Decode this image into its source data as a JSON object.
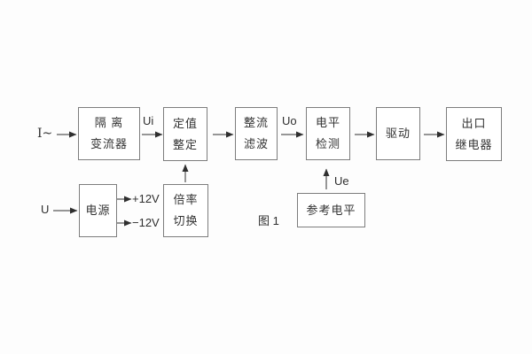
{
  "figure": {
    "caption": "图 1"
  },
  "colors": {
    "background": "#fdfdfd",
    "box_border": "#7d7d7d",
    "line": "#2f2f2f",
    "text": "#333333"
  },
  "blocks": {
    "isolation": {
      "lines": [
        "隔 离",
        "变流器"
      ]
    },
    "setting": {
      "lines": [
        "定值",
        "整定"
      ]
    },
    "rectify": {
      "lines": [
        "整流",
        "滤波"
      ]
    },
    "level": {
      "lines": [
        "电平",
        "检测"
      ]
    },
    "drive": {
      "lines": [
        "驱动"
      ]
    },
    "output": {
      "lines": [
        "出口",
        "继电器"
      ]
    },
    "power": {
      "lines": [
        "电源"
      ]
    },
    "ratio": {
      "lines": [
        "倍率",
        "切换"
      ]
    },
    "reference": {
      "lines": [
        "参考电平"
      ]
    }
  },
  "labels": {
    "input_current": "I~",
    "input_voltage": "U",
    "ui": "Ui",
    "uo": "Uo",
    "ue": "Ue",
    "plus12v": "+12V",
    "minus12v": "−12V"
  }
}
